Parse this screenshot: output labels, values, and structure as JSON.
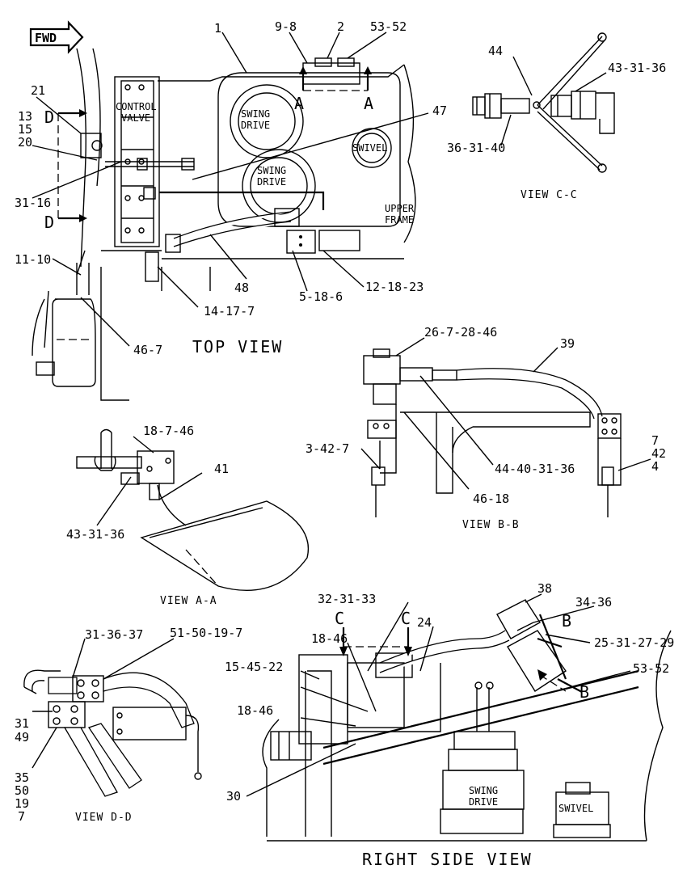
{
  "fwd_label": "FWD",
  "titles": {
    "top_view": "TOP VIEW",
    "right_side_view": "RIGHT SIDE VIEW",
    "view_aa": "VIEW A-A",
    "view_bb": "VIEW B-B",
    "view_cc": "VIEW C-C",
    "view_dd": "VIEW D-D"
  },
  "components": {
    "control_valve_1": "CONTROL",
    "control_valve_2": "VALVE",
    "swing_drive_1": "SWING",
    "swing_drive_2": "DRIVE",
    "swivel": "SWIVEL",
    "upper_frame_1": "UPPER",
    "upper_frame_2": "FRAME"
  },
  "section_markers": {
    "a": "A",
    "b": "B",
    "c": "C",
    "d": "D"
  },
  "callouts": {
    "c_1": "1",
    "c_9_8": "9-8",
    "c_2": "2",
    "c_53_52_top": "53-52",
    "c_21": "21",
    "c_13": "13",
    "c_15": "15",
    "c_20": "20",
    "c_31_16": "31-16",
    "c_47": "47",
    "c_48": "48",
    "c_11_10": "11-10",
    "c_46_7": "46-7",
    "c_14_17_7": "14-17-7",
    "c_5_18_6": "5-18-6",
    "c_12_18_23": "12-18-23",
    "c_44": "44",
    "c_43_31_36_cc": "43-31-36",
    "c_36_31_40": "36-31-40",
    "c_18_7_46": "18-7-46",
    "c_41": "41",
    "c_43_31_36_aa": "43-31-36",
    "c_26_7_28_46": "26-7-28-46",
    "c_39": "39",
    "c_3_42_7": "3-42-7",
    "c_7": "7",
    "c_42": "42",
    "c_4": "4",
    "c_44_40_31_36": "44-40-31-36",
    "c_46_18_bb": "46-18",
    "c_31_36_37": "31-36-37",
    "c_51_50_19_7": "51-50-19-7",
    "c_31": "31",
    "c_49": "49",
    "c_35": "35",
    "c_50": "50",
    "c_19": "19",
    "c_7_dd": "7",
    "c_38": "38",
    "c_34_36": "34-36",
    "c_32_31_33": "32-31-33",
    "c_24": "24",
    "c_25_31_27_29": "25-31-27-29",
    "c_18_46_a": "18-46",
    "c_15_45_22": "15-45-22",
    "c_18_46_b": "18-46",
    "c_53_52_rs": "53-52",
    "c_30": "30"
  }
}
